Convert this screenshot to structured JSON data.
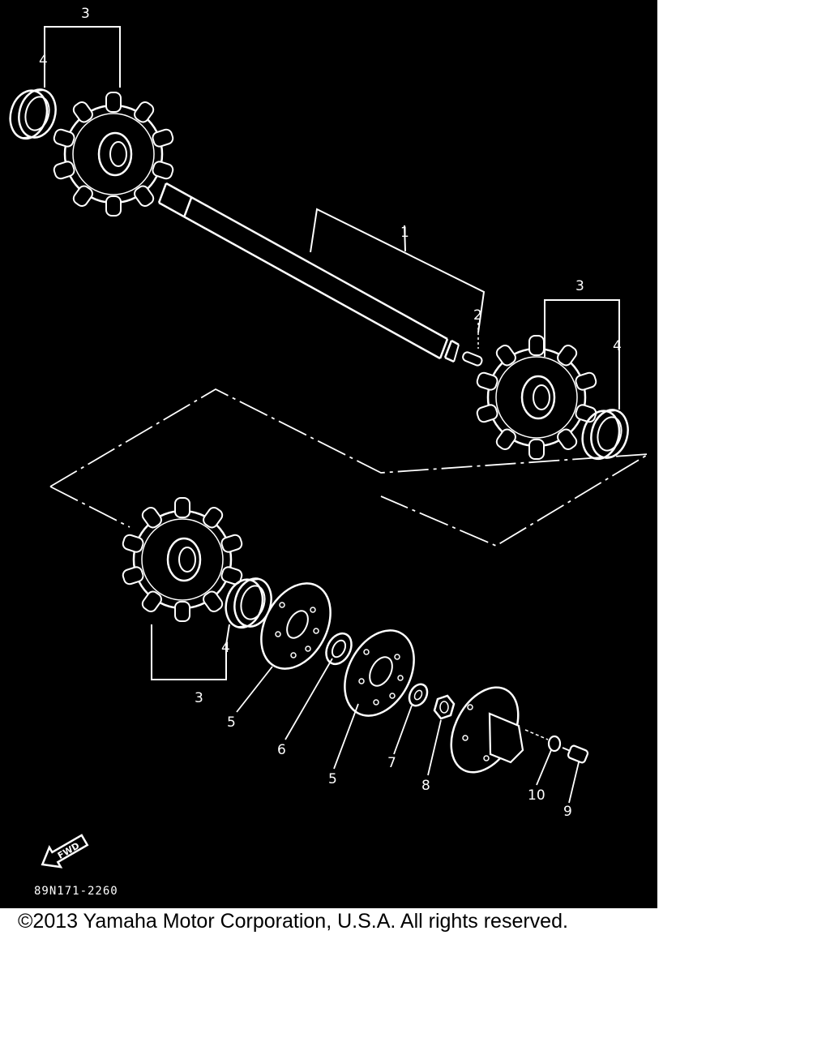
{
  "diagram": {
    "drawing_code": "89N171-2260",
    "fwd_label": "FWD",
    "callouts": {
      "top_set_bracket": "3",
      "top_bearing": "4",
      "shaft": "1",
      "key_pin": "2",
      "right_set_bracket": "3",
      "right_bearing": "4",
      "lower_bearing": "4",
      "lower_set_bracket": "3",
      "plate_left": "5",
      "bearing_small": "6",
      "plate_right": "5",
      "washer": "7",
      "nut": "8",
      "bolt": "9",
      "small_washer": "10"
    },
    "colors": {
      "background": "#000000",
      "lines": "#ffffff"
    }
  },
  "footer": {
    "copyright": "©2013 Yamaha Motor Corporation, U.S.A. All rights reserved."
  }
}
